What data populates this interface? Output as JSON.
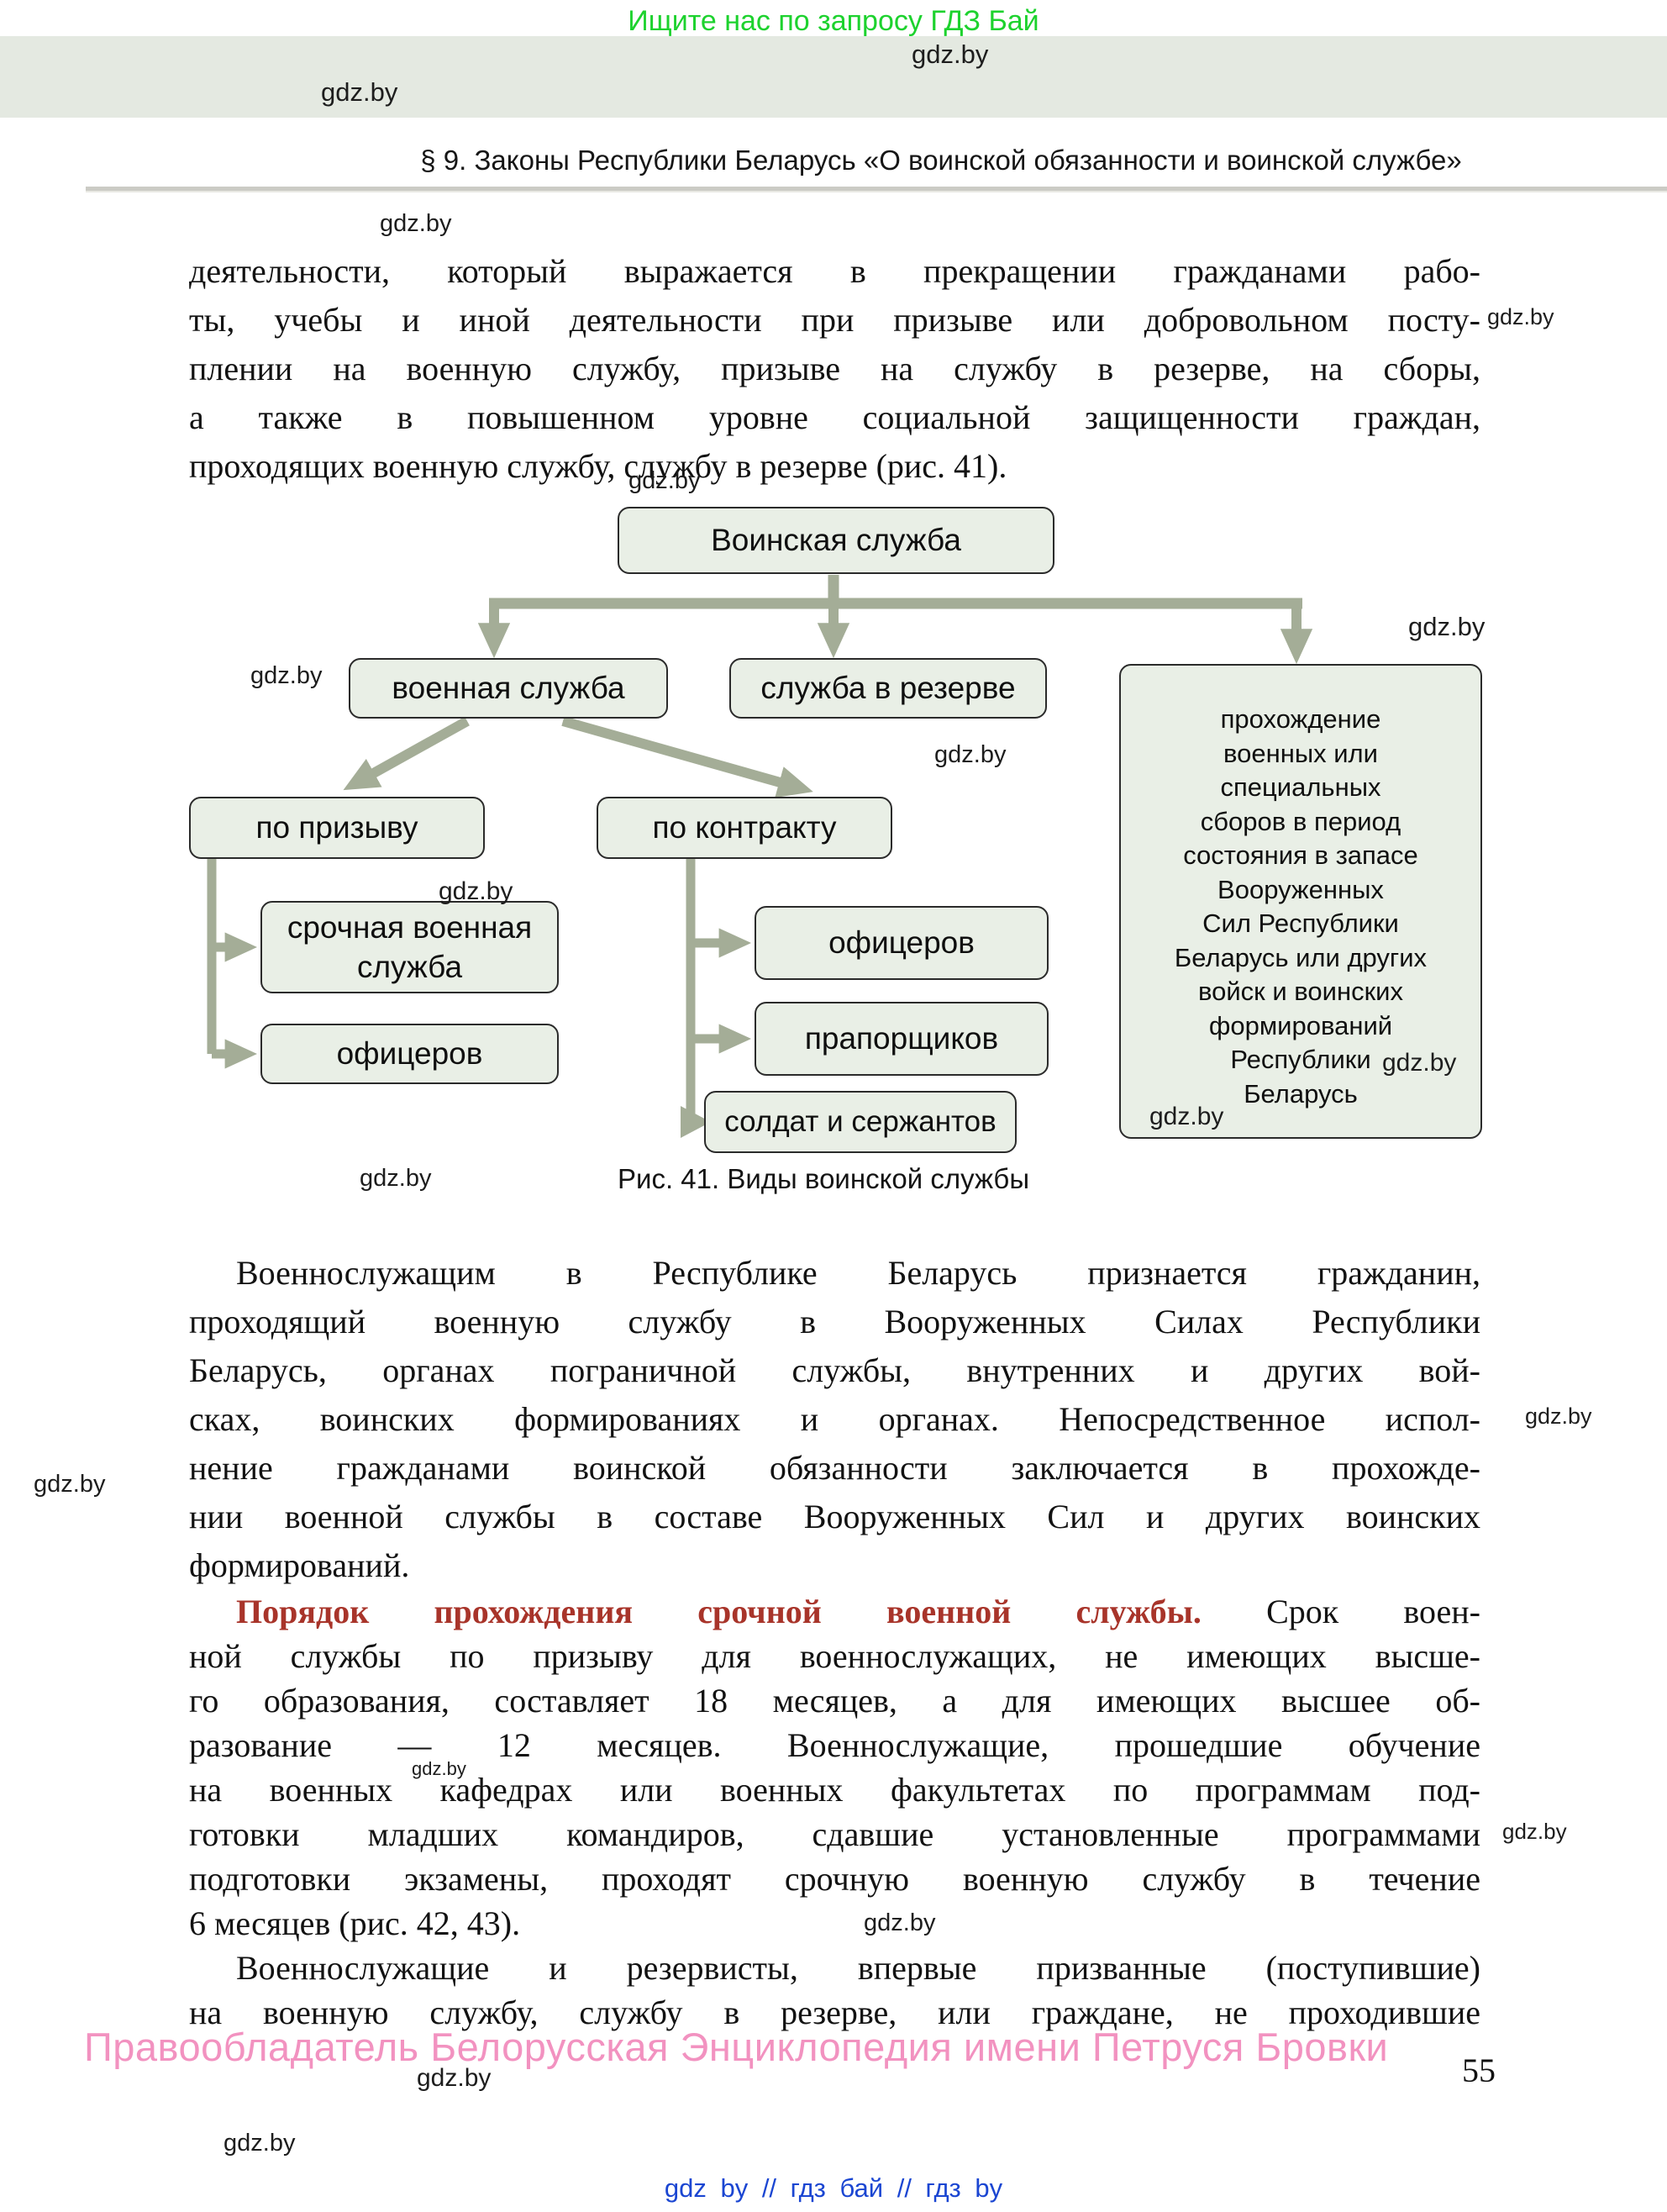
{
  "banner": {
    "promo": "Ищите нас по запросу ГДЗ Бай"
  },
  "watermark": {
    "label": "gdz.by"
  },
  "header": {
    "title": "§ 9. Законы Республики Беларусь «О воинской обязанности и воинской службе»"
  },
  "body": {
    "p1": {
      "lines": [
        "деятельности, который выражается в прекращении гражданами рабо-",
        "ты, учебы и иной деятельности при призыве или добровольном посту-",
        "плении на военную службу, призыве на службу в резерве, на сборы,",
        "а также в повышенном уровне социальной защищенности граждан,",
        "проходящих военную службу, службу в резерве (рис. 41)."
      ]
    },
    "p2": {
      "lines": [
        "Военнослужащим в Республике Беларусь признается гражданин,",
        "проходящий военную службу в Вооруженных Силах Республики",
        "Беларусь, органах пограничной службы, внутренних и других вой-",
        "сках, воинских формированиях и органах. Непосредственное испол-",
        "нение гражданами воинской обязанности заключается в прохожде-",
        "нии военной службы в составе Вооруженных Сил и других воинских",
        "формирований."
      ]
    },
    "p3": {
      "lead": "Порядок прохождения срочной военной службы.",
      "lead_rest": " Срок воен-",
      "lines": [
        "ной службы по призыву для военнослужащих, не имеющих высше-",
        "го образования, составляет 18 месяцев, а для имеющих высшее об-",
        "разование — 12 месяцев. Военнослужащие, прошедшие обучение",
        "на военных кафедрах или военных факультетах по программам под-",
        "готовки младших командиров, сдавшие установленные программами",
        "подготовки экзамены, проходят срочную военную службу в течение",
        "6 месяцев (рис. 42, 43)."
      ]
    },
    "p4": {
      "lines": [
        "Военнослужащие и резервисты, впервые призванные (поступившие)",
        "на военную службу, службу в резерве, или граждане, не проходившие"
      ]
    }
  },
  "figure": {
    "caption": "Рис. 41. Виды воинской службы",
    "root": "Воинская служба",
    "military": "военная служба",
    "reserve": "служба в резерве",
    "training": "прохождение\nвоенных или\nспециальных\nсборов в период\nсостояния в запасе\nВооруженных\nСил Республики\nБеларусь или других\nвойск и воинских\nформирований\nРеспублики\nБеларусь",
    "draft": "по призыву",
    "contract": "по контракту",
    "term": "срочная военная\nслужба",
    "officers_draft": "офицеров",
    "officers_contract": "офицеров",
    "warrant": "прапорщиков",
    "soldiers": "солдат и сержантов"
  },
  "footer": {
    "copyright": "Правообладатель Белорусская Энциклопедия имени Петруся Бровки",
    "page_number": "55",
    "links": "gdz by // гдз бай // гдз by"
  }
}
